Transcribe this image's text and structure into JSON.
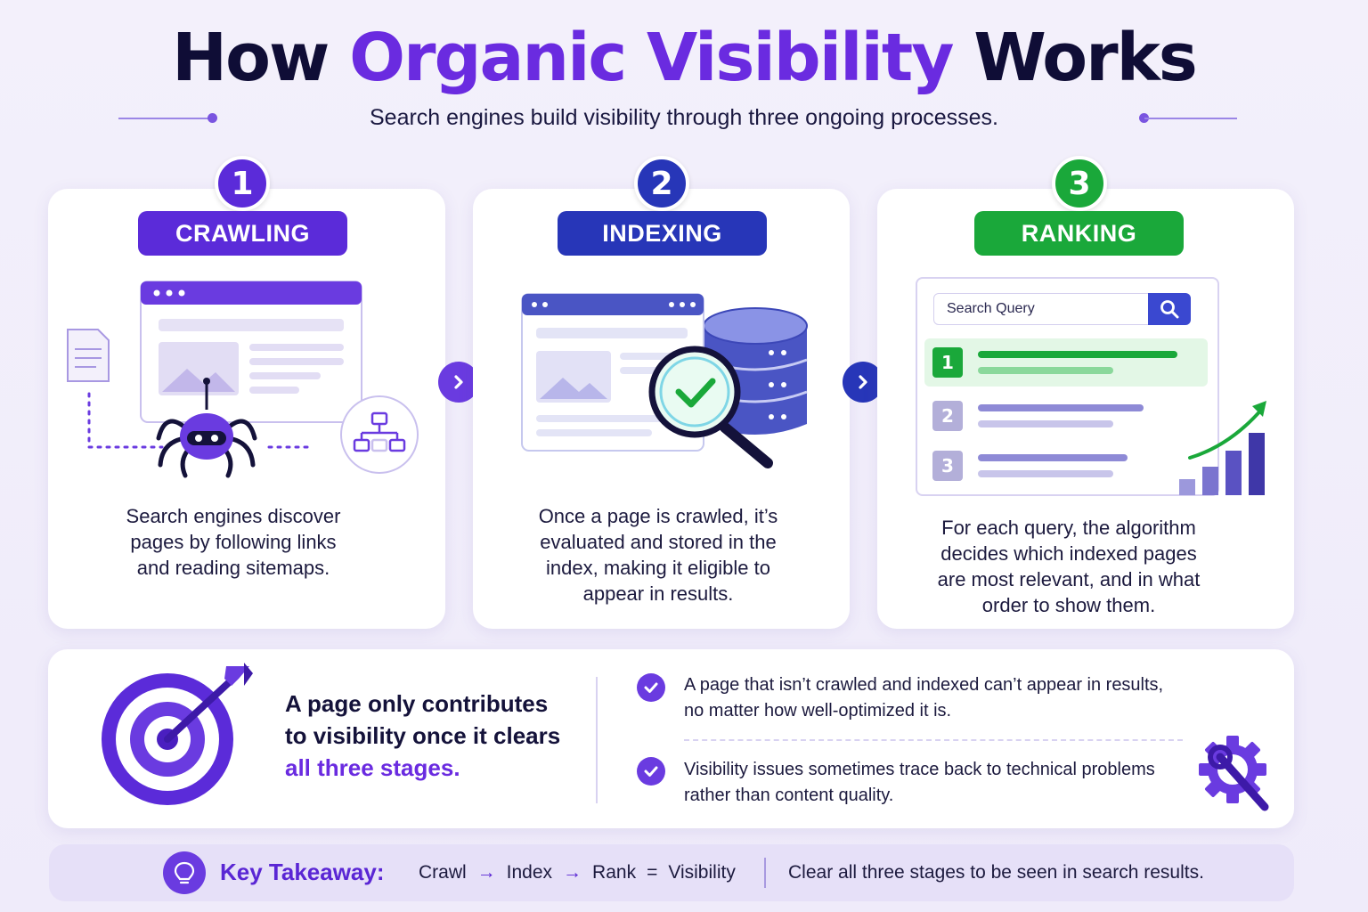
{
  "header": {
    "title_part1": "How",
    "title_accent": "Organic Visibility",
    "title_part2": "Works",
    "subtitle": "Search engines build visibility through three ongoing processes."
  },
  "colors": {
    "crawling": "#5b2bd9",
    "indexing": "#2736b8",
    "ranking": "#1aa83a",
    "accent": "#6a2be0"
  },
  "stages": [
    {
      "number": "1",
      "label": "CRAWLING",
      "desc_lines": [
        "Search engines discover",
        "pages by following links",
        "and reading sitemaps."
      ],
      "icons": [
        "document-icon",
        "spider-icon",
        "browser-window-icon",
        "sitemap-icon"
      ]
    },
    {
      "number": "2",
      "label": "INDEXING",
      "desc_lines": [
        "Once a page is crawled, it’s",
        "evaluated and stored in the",
        "index, making it eligible to",
        "appear in results."
      ],
      "icons": [
        "browser-window-icon",
        "database-icon",
        "magnifier-check-icon"
      ]
    },
    {
      "number": "3",
      "label": "RANKING",
      "desc_lines": [
        "For each query, the algorithm",
        "decides which indexed pages",
        "are most relevant, and in what",
        "order to show them."
      ],
      "icons": [
        "search-icon",
        "growth-chart-icon"
      ],
      "search_placeholder": "Search Query",
      "results": [
        "1",
        "2",
        "3"
      ]
    }
  ],
  "summary": {
    "line1": "A page only contributes",
    "line2": "to visibility once it clears",
    "highlight": "all three stages.",
    "points": [
      {
        "line1": "A page that isn’t crawled and indexed can’t appear in results,",
        "line2": "no matter how well-optimized it is."
      },
      {
        "line1": "Visibility issues sometimes trace back to technical problems",
        "line2": "rather than content quality."
      }
    ]
  },
  "takeaway": {
    "label": "Key Takeaway:",
    "flow": [
      "Crawl",
      "Index",
      "Rank"
    ],
    "arrow": "→",
    "equals": "=",
    "result": "Visibility",
    "message": "Clear all three stages to be seen in search results."
  }
}
